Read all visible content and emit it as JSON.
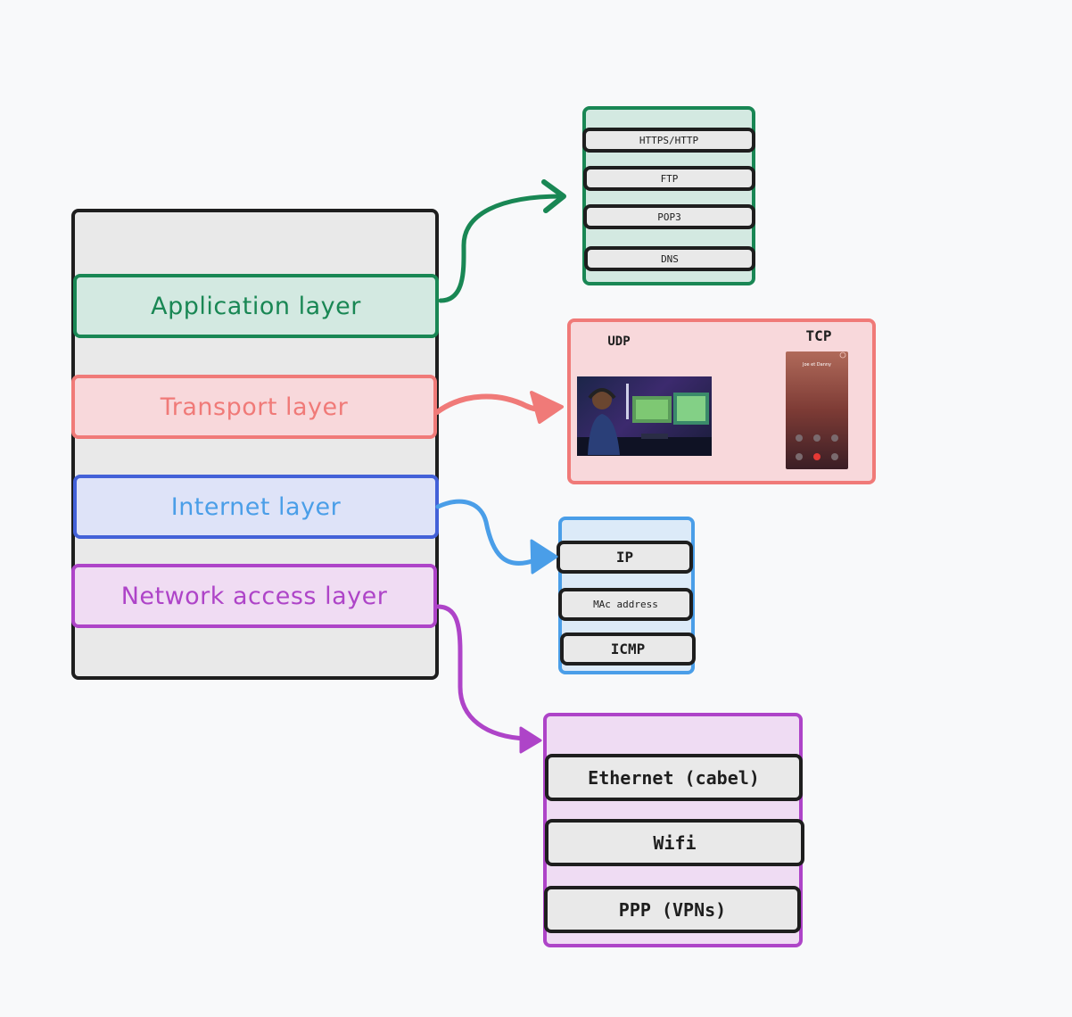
{
  "stack": {
    "application": "Application layer",
    "transport": "Transport layer",
    "internet": "Internet layer",
    "network_access": "Network access layer"
  },
  "application_protocols": [
    "HTTPS/HTTP",
    "FTP",
    "POP3",
    "DNS"
  ],
  "transport_protocols": {
    "udp": "UDP",
    "tcp": "TCP",
    "udp_image_icon": "gaming-photo",
    "tcp_image_icon": "phone-call-photo",
    "tcp_caller": "Joe et Danny"
  },
  "internet_protocols": [
    "IP",
    "MAc address",
    "ICMP"
  ],
  "network_access_protocols": [
    "Ethernet (cabel)",
    "Wifi",
    "PPP (VPNs)"
  ],
  "colors": {
    "application": "#198754",
    "transport": "#f07a78",
    "internet": "#4a9ee8",
    "internet_border": "#4361d8",
    "network_access": "#ae44c8",
    "outline": "#1e1e1e"
  }
}
